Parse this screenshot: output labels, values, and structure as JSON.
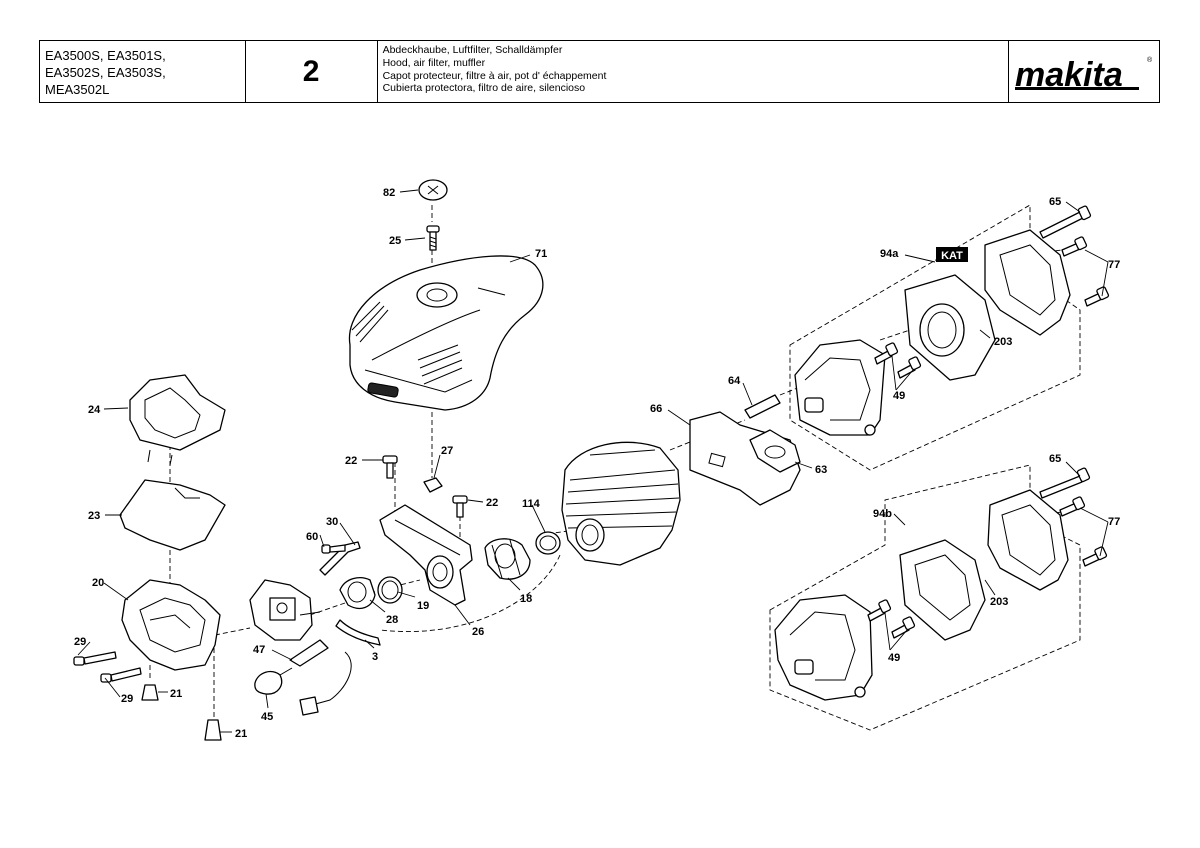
{
  "header": {
    "models": [
      "EA3500S, EA3501S,",
      "EA3502S, EA3503S,",
      "MEA3502L"
    ],
    "page_number": "2",
    "titles": [
      "Abdeckhaube, Luftfilter, Schalldämpfer",
      "Hood, air filter, muffler",
      "Capot protecteur, filtre à air, pot d' échappement",
      "Cubierta protectora, filtro de aire, silencioso"
    ],
    "brand": "makita",
    "brand_mark": "®"
  },
  "callouts": {
    "c82": "82",
    "c25": "25",
    "c71": "71",
    "c24": "24",
    "c23": "23",
    "c20": "20",
    "c29a": "29",
    "c29b": "29",
    "c21a": "21",
    "c21b": "21",
    "c22a": "22",
    "c22b": "22",
    "c27": "27",
    "c30": "30",
    "c60": "60",
    "c28": "28",
    "c19": "19",
    "c26": "26",
    "c3": "3",
    "c47": "47",
    "c45": "45",
    "c114": "114",
    "c18": "18",
    "c66": "66",
    "c64": "64",
    "c63": "63",
    "c94a": "94a",
    "c65a": "65",
    "c77a": "77",
    "c203a": "203",
    "c49a": "49",
    "c94b": "94b",
    "c65b": "65",
    "c77b": "77",
    "c203b": "203",
    "c49b": "49"
  },
  "kat_badge": "KAT"
}
